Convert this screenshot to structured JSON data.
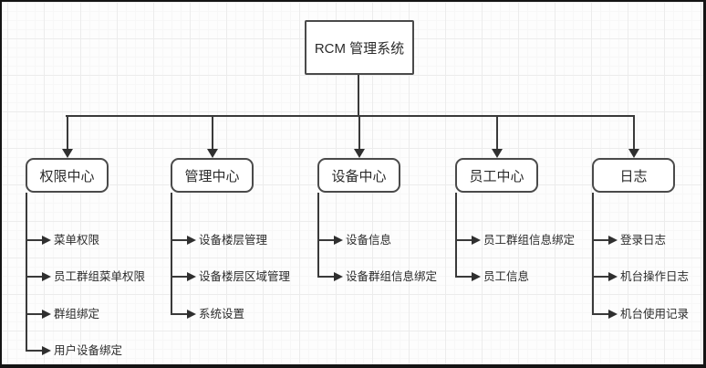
{
  "diagram": {
    "root": {
      "label": "RCM 管理系统"
    },
    "branches": [
      {
        "id": "permission-center",
        "label": "权限中心",
        "children": [
          "菜单权限",
          "员工群组菜单权限",
          "群组绑定",
          "用户设备绑定"
        ]
      },
      {
        "id": "management-center",
        "label": "管理中心",
        "children": [
          "设备楼层管理",
          "设备楼层区域管理",
          "系统设置"
        ]
      },
      {
        "id": "device-center",
        "label": "设备中心",
        "children": [
          "设备信息",
          "设备群组信息绑定"
        ]
      },
      {
        "id": "employee-center",
        "label": "员工中心",
        "children": [
          "员工群组信息绑定",
          "员工信息"
        ]
      },
      {
        "id": "logs",
        "label": "日志",
        "children": [
          "登录日志",
          "机台操作日志",
          "机台使用记录"
        ]
      }
    ],
    "colors": {
      "line": "#3a3a3a",
      "node_border": "#4a4a4a",
      "node_fill": "#ffffff",
      "text": "#2b2b2b",
      "frame": "#141414"
    }
  }
}
